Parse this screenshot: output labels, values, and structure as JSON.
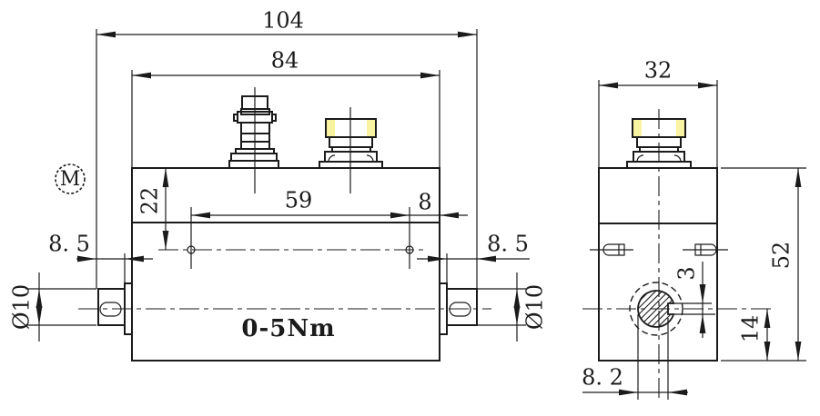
{
  "colors": {
    "line": "#1b1b1b",
    "background": "#ffffff",
    "connector_accent": "#f7f3a0"
  },
  "front_view": {
    "labels": {
      "overall_width": "104",
      "body_width": "84",
      "hole_span": "59",
      "hole_to_edge": "8",
      "top_to_hole": "22",
      "shaft_len_left": "8. 5",
      "shaft_len_right": "8. 5",
      "shaft_dia_left": "Ø10",
      "shaft_dia_right": "Ø10",
      "torque_range": "0-5Nm",
      "motor_symbol": "M"
    }
  },
  "side_view": {
    "labels": {
      "body_width": "32",
      "body_height": "52",
      "center_to_bottom": "14",
      "keyway_width": "3",
      "across_flat": "8. 2"
    }
  }
}
